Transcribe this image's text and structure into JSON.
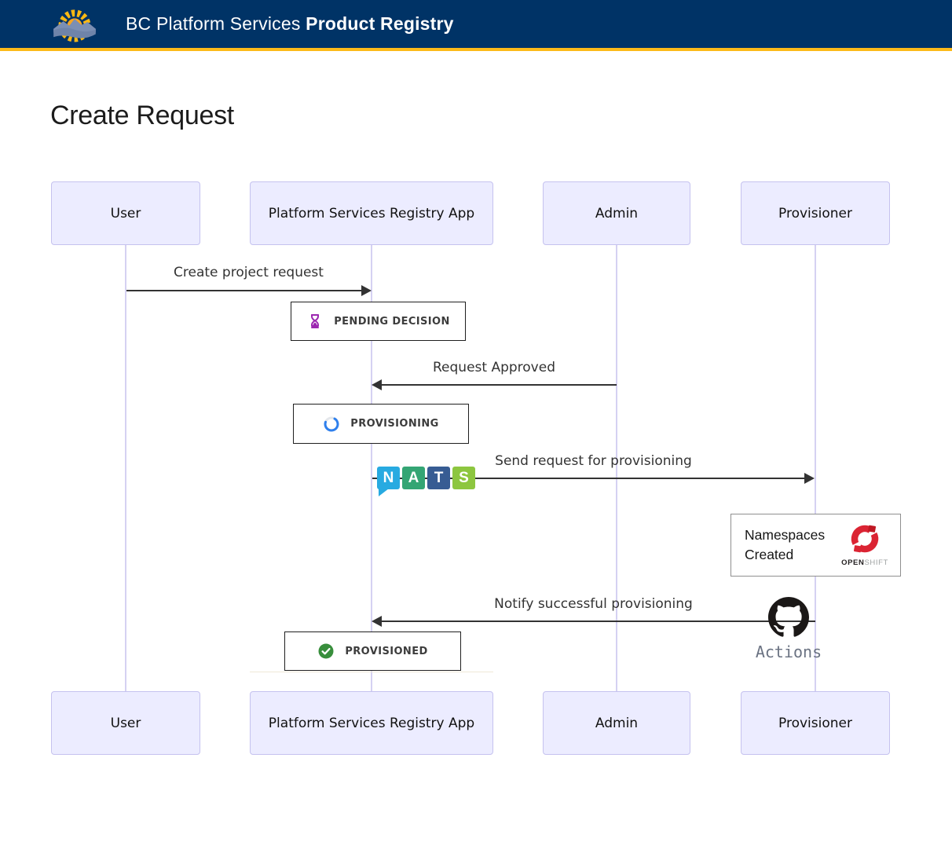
{
  "header": {
    "app_name_regular": "BC Platform Services",
    "app_name_bold": "Product Registry",
    "background_color": "#003366",
    "accent_color": "#FCBA19"
  },
  "page": {
    "title": "Create Request"
  },
  "diagram": {
    "actors": [
      {
        "label": "User"
      },
      {
        "label": "Platform Services Registry App"
      },
      {
        "label": "Admin"
      },
      {
        "label": "Provisioner"
      }
    ],
    "messages": [
      {
        "label": "Create project request",
        "from": "User",
        "to": "Platform Services Registry App"
      },
      {
        "label": "Request Approved",
        "from": "Admin",
        "to": "Platform Services Registry App"
      },
      {
        "label": "Send request for provisioning",
        "from": "Platform Services Registry App",
        "to": "Provisioner"
      },
      {
        "label": "Notify successful provisioning",
        "from": "Provisioner",
        "to": "Platform Services Registry App"
      }
    ],
    "statuses": [
      {
        "label": "PENDING DECISION",
        "icon": "hourglass-icon",
        "icon_color": "#9C27B0"
      },
      {
        "label": "PROVISIONING",
        "icon": "spinner-icon",
        "icon_color": "#2F80ED"
      },
      {
        "label": "PROVISIONED",
        "icon": "check-circle-icon",
        "icon_color": "#388E3C"
      }
    ],
    "note": {
      "text_line1": "Namespaces",
      "text_line2": "Created",
      "logo_word_bold": "OPEN",
      "logo_word_light": "SHIFT",
      "logo_color": "#DB2433"
    },
    "nats_logo": {
      "letters": [
        "N",
        "A",
        "T",
        "S"
      ],
      "tile_colors": [
        "#27AAE1",
        "#34A574",
        "#375C93",
        "#8DC63F"
      ]
    },
    "github": {
      "caption": "Actions"
    }
  }
}
